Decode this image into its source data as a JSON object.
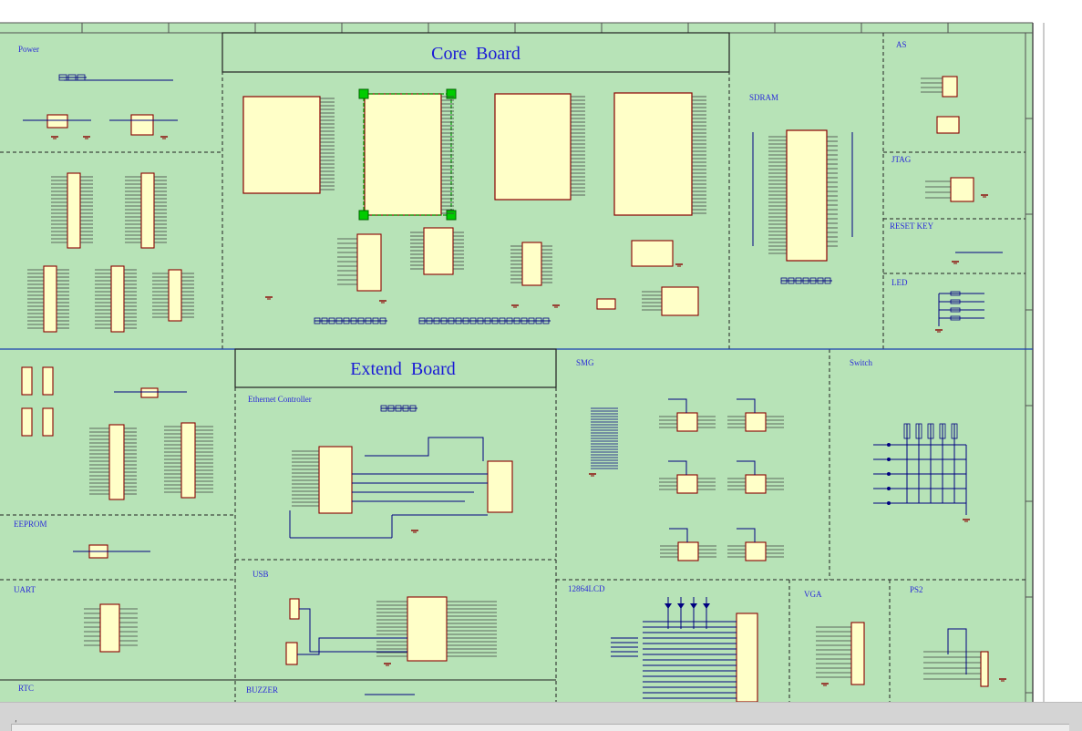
{
  "schematic": {
    "core_board_title": "Core  Board",
    "extend_board_title": "Extend  Board",
    "sections": {
      "power": "Power",
      "sdram": "SDRAM",
      "as": "AS",
      "jtag": "JTAG",
      "reset_key": "RESET KEY",
      "led": "LED",
      "smg": "SMG",
      "switch": "Switch",
      "ethernet": "Ethernet Controller",
      "eeprom": "EEPROM",
      "uart": "UART",
      "usb": "USB",
      "lcd": "12864LCD",
      "vga": "VGA",
      "ps2": "PS2",
      "rtc": "RTC",
      "buzzer": "BUZZER"
    }
  },
  "colors": {
    "sheet": "#b7e3b7",
    "border": "#404040",
    "section_label": "#2b2bd9",
    "title": "#1a1ad6",
    "component_fill": "#ffffc8",
    "component_border": "#8b0000",
    "wire": "#000080",
    "selection": "#00a000"
  },
  "icons": {
    "status": "cursor-glyph-icon"
  }
}
